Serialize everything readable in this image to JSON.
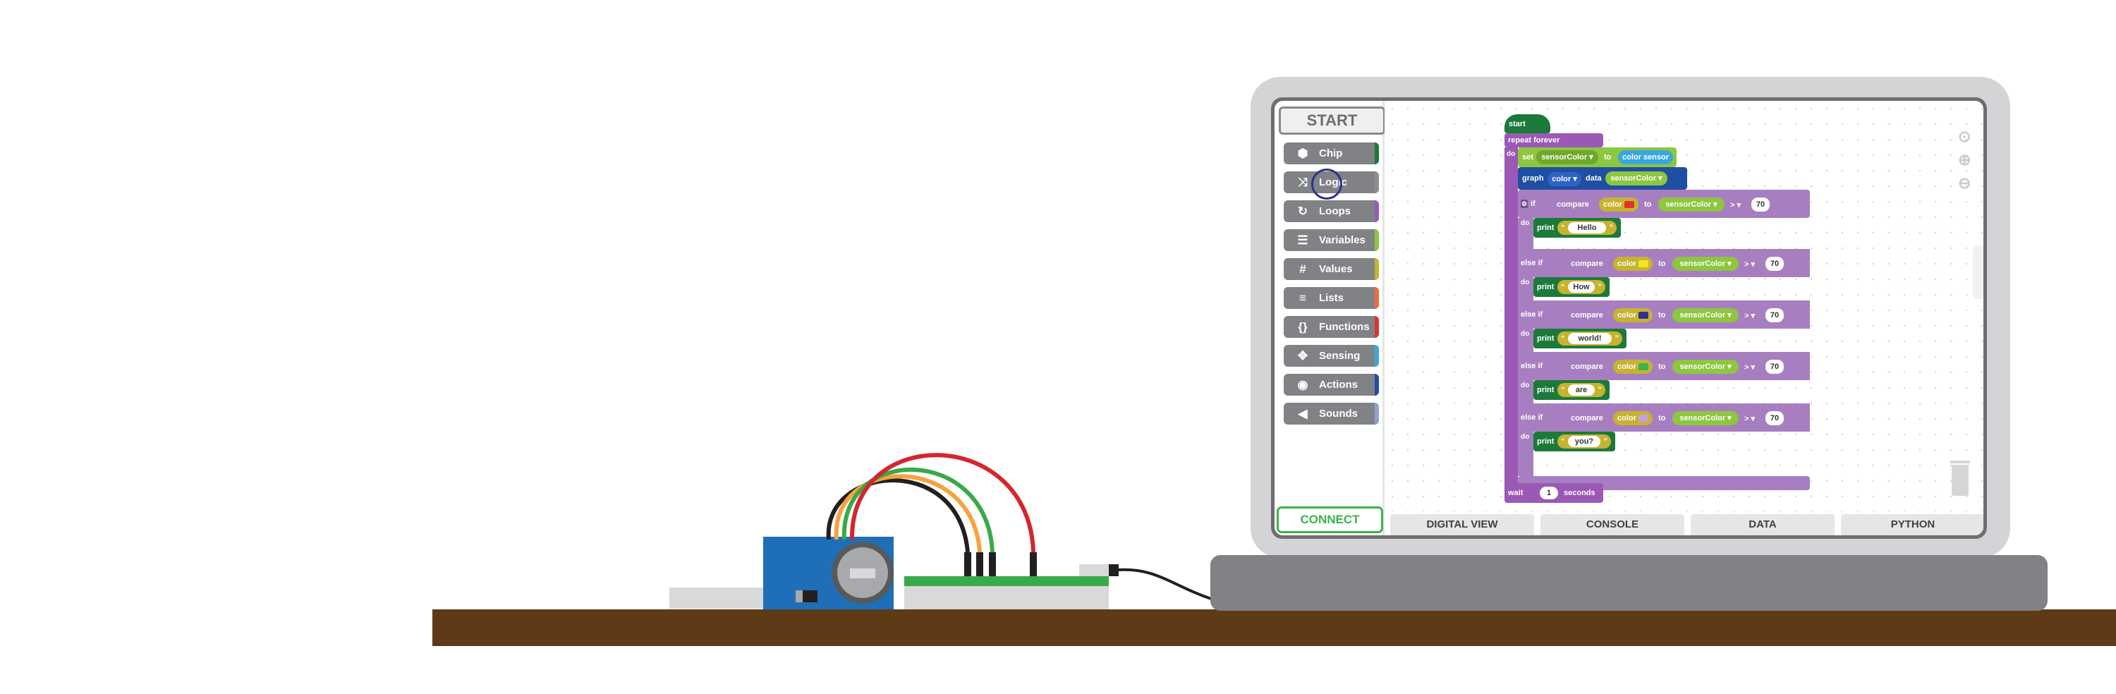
{
  "app": {
    "start_label": "START",
    "connect_label": "CONNECT"
  },
  "toolbox": {
    "categories": [
      {
        "label": "Chip",
        "icon": "hexagon-icon",
        "glyph": "⬢",
        "stripe": "#1b7a3a"
      },
      {
        "label": "Logic",
        "icon": "shuffle-icon",
        "glyph": "⤨",
        "stripe": "#8e8e8e"
      },
      {
        "label": "Loops",
        "icon": "loop-icon",
        "glyph": "↻",
        "stripe": "#9b59b6"
      },
      {
        "label": "Variables",
        "icon": "variable-box-icon",
        "glyph": "☰",
        "stripe": "#8dc63f"
      },
      {
        "label": "Values",
        "icon": "hash-icon",
        "glyph": "#",
        "stripe": "#c6b330"
      },
      {
        "label": "Lists",
        "icon": "list-icon",
        "glyph": "≡",
        "stripe": "#f26b3a"
      },
      {
        "label": "Functions",
        "icon": "braces-icon",
        "glyph": "{}",
        "stripe": "#e0322c"
      },
      {
        "label": "Sensing",
        "icon": "sensor-icon",
        "glyph": "✥",
        "stripe": "#3aa7e0"
      },
      {
        "label": "Actions",
        "icon": "target-icon",
        "glyph": "◉",
        "stripe": "#1f4fa3"
      },
      {
        "label": "Sounds",
        "icon": "speaker-icon",
        "glyph": "◀",
        "stripe": "#8fa3d6"
      }
    ]
  },
  "tabs": [
    "DIGITAL VIEW",
    "CONSOLE",
    "DATA",
    "PYTHON"
  ],
  "program": {
    "start": "start",
    "repeat": "repeat forever",
    "do": "do",
    "set": "set",
    "var": "sensorColor ▾",
    "to": "to",
    "color_sensor": "color sensor",
    "graph": "graph",
    "graph_color": "color ▾",
    "data": "data",
    "if": "if",
    "else_if": "else if",
    "compare": "compare",
    "color": "color",
    "op": "> ▾",
    "threshold": "70",
    "print": "print",
    "quote_open": "“",
    "quote_close": "”",
    "branches": [
      {
        "word": "Hello",
        "swatch": "#e0322c"
      },
      {
        "word": "How",
        "swatch": "#f6e51b"
      },
      {
        "word": "world!",
        "swatch": "#2e3192"
      },
      {
        "word": "are",
        "swatch": "#39b54a"
      },
      {
        "word": "you?",
        "swatch": "#c9a0dc"
      }
    ],
    "wait": "wait",
    "wait_value": "1",
    "seconds": "seconds"
  },
  "colors": {
    "desk": "#5e3a17",
    "block_start": "#1b7a3a",
    "block_loop": "#9b59b6",
    "block_logic": "#a77fc0",
    "block_var": "#8dc63f",
    "block_graph": "#1f4fa3",
    "block_print": "#1b7a3a",
    "text_value": "#c6b330"
  }
}
